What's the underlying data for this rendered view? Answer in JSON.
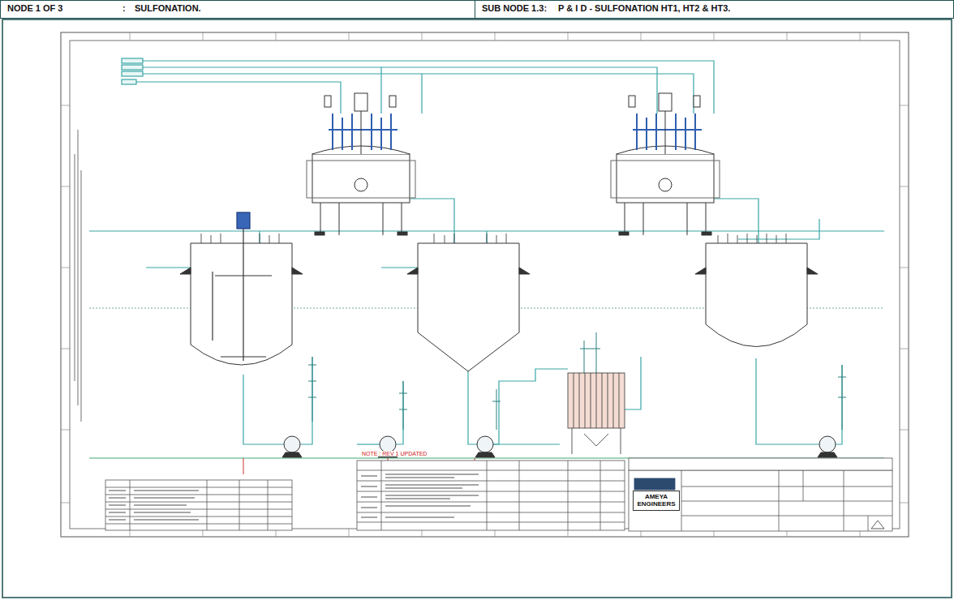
{
  "diagram": {
    "title": "P & I D - SULFONATION HT1, HT2 & HT3.",
    "nodes": [
      {
        "text": [
          "NODE 1 OF 3",
          ":",
          "SULFONATION."
        ]
      },
      {
        "text": [
          "SUB NODE 1.3:"
        ]
      },
      {
        "text": [
          "AMEYA ENGINEERS"
        ]
      }
    ],
    "labels": [
      "NOTE : REV 1 UPDATED"
    ]
  }
}
